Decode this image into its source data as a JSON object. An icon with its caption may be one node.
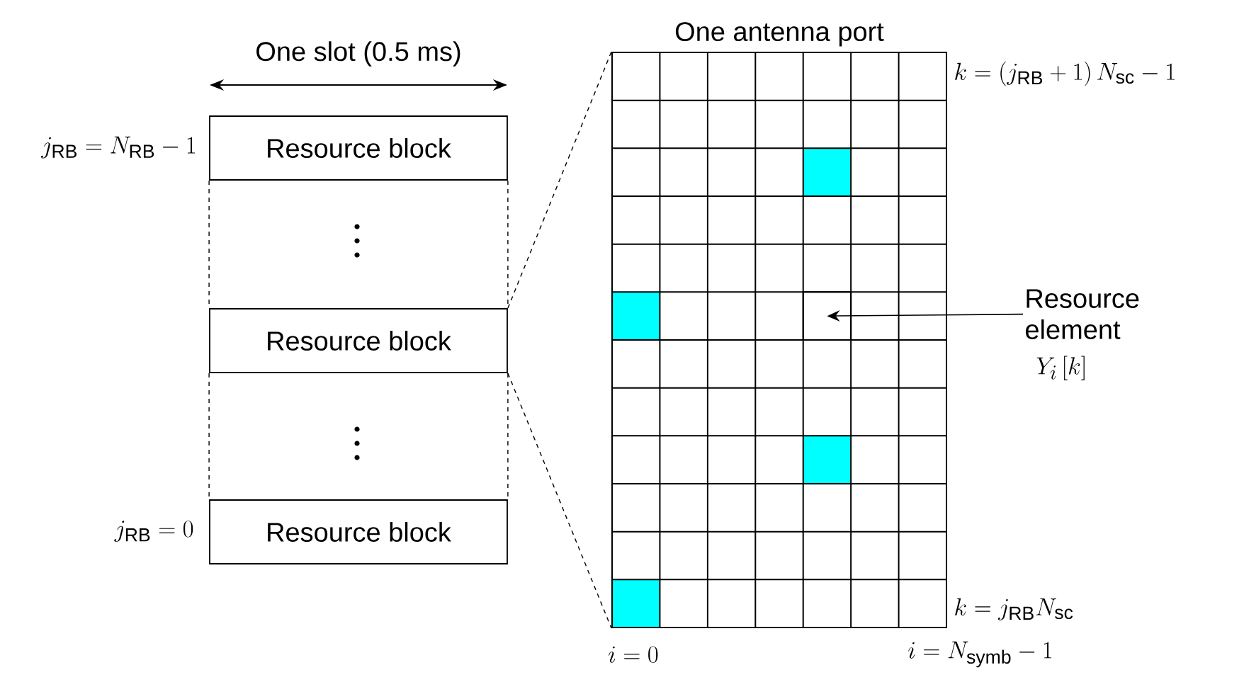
{
  "diagram": {
    "nodes": [
      {
        "text": [
          "Resource block"
        ]
      },
      {
        "text": [
          "Resource block"
        ]
      },
      {
        "text": [
          "Resource block"
        ]
      },
      {
        "text": [
          "One antenna port"
        ]
      },
      {
        "text": [
          "Resource element",
          "Y_{i}\\left[k\\right]"
        ]
      },
      {
        "text": [],
        "shape": "box",
        "in": 3
      }
    ],
    "edges": [
      {
        "from": 0,
        "to": 1,
        "arrow": "none",
        "style": "dashed"
      },
      {
        "from": 0,
        "to": 1,
        "arrow": "none",
        "style": "dashed"
      },
      {
        "from": 1,
        "to": 2,
        "arrow": "none",
        "style": "dashed"
      },
      {
        "from": 1,
        "to": 2,
        "arrow": "none",
        "style": "dashed"
      },
      {
        "from": 1,
        "to": 3,
        "arrow": "none",
        "style": "dashed"
      },
      {
        "from": 1,
        "to": 3,
        "arrow": "none",
        "style": "dashed"
      },
      {
        "from": 4,
        "to": 5,
        "arrow": "to"
      }
    ],
    "labels": [
      "One slot (0.5 ms)",
      "j_{\\mathrm{RB}} = N_{\\mathrm{RB}} - 1",
      "k = \\left(j_{\\mathrm{RB}} + 1\\right) N_{\\mathrm{sc}} - 1",
      "j_{\\mathrm{RB}} = 0",
      "k = j_{\\mathrm{RB}} N_{\\mathrm{sc}}",
      "i = 0",
      "i = N_{\\mathrm{symb}} - 1"
    ]
  }
}
